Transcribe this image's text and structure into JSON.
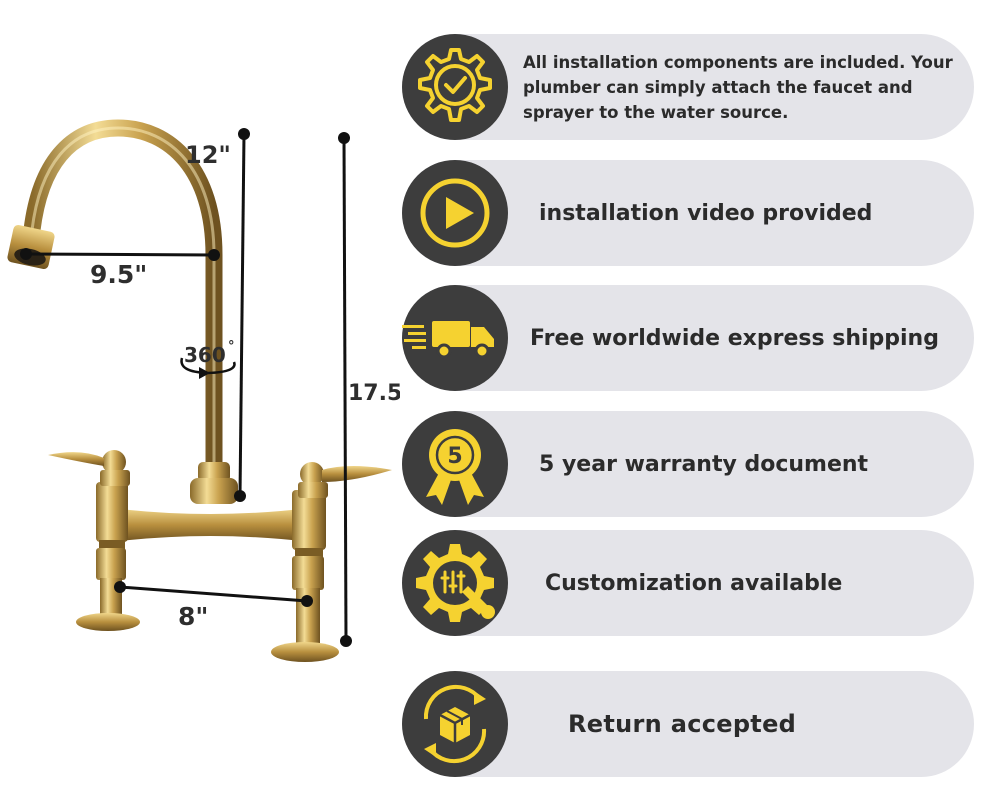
{
  "dimensions": {
    "spout_height": "12\"",
    "spout_reach": "9.5\"",
    "rotation": "360",
    "rotation_unit": "°",
    "total_height": "17.5\"",
    "handle_spread": "8\""
  },
  "colors": {
    "icon_background": "#3d3d3d",
    "icon_accent": "#f5d230",
    "pill_background": "#e4e4e9",
    "text": "#2b2b2b"
  },
  "features": [
    {
      "icon": "gear-check-icon",
      "text": "All installation components are included. Your plumber can simply attach the faucet and sprayer to the water source."
    },
    {
      "icon": "play-icon",
      "text": "installation video provided"
    },
    {
      "icon": "delivery-truck-icon",
      "text": "Free worldwide express shipping"
    },
    {
      "icon": "warranty-badge-icon",
      "badge_number": "5",
      "text": "5 year warranty document"
    },
    {
      "icon": "gear-wrench-icon",
      "text": "Customization available"
    },
    {
      "icon": "return-box-icon",
      "text": "Return accepted"
    }
  ]
}
